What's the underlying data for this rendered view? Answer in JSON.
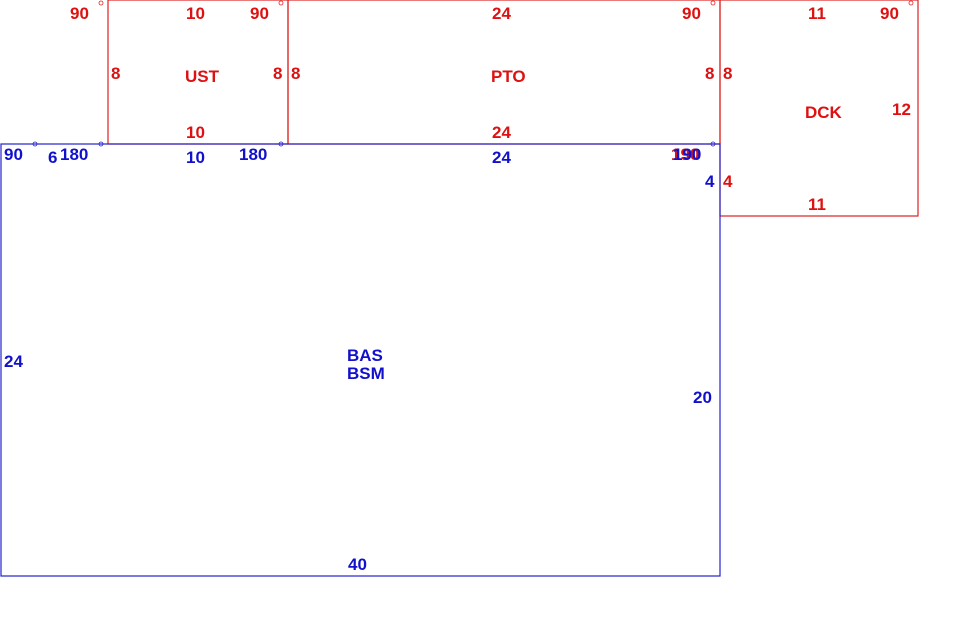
{
  "colors": {
    "upper_floor": "#dd1111",
    "base": "#1111cc"
  },
  "rooms": {
    "ust": {
      "name": "UST",
      "top": "10",
      "bottom": "10",
      "left": "8",
      "right": "8",
      "angle_top_left": "90",
      "angle_top_right": "90"
    },
    "pto": {
      "name": "PTO",
      "top": "24",
      "bottom": "24",
      "left": "8",
      "right": "8",
      "angle_top_right": "90",
      "angle_bottom_right": "190"
    },
    "dck": {
      "name": "DCK",
      "top": "11",
      "bottom": "11",
      "left": "8",
      "left_lower": "4",
      "right": "12",
      "angle_top_right": "90"
    },
    "bas": {
      "name": "BAS",
      "subname": "BSM",
      "top_ust": "10",
      "top_pto": "24",
      "bottom": "40",
      "left": "24",
      "right": "20",
      "right_upper": "4",
      "angle_top_left": "90",
      "angle_near_left": "6",
      "angle_ust_left": "180",
      "angle_ust_right": "180",
      "angle_pto_right": "190"
    }
  }
}
